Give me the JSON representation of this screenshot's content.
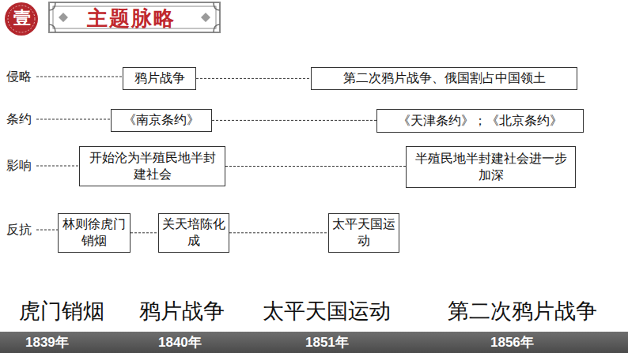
{
  "diagram": {
    "title": "主题脉略",
    "nodes": [
      {
        "text": [
          "鸦片战争"
        ]
      },
      {
        "text": [
          "第二次鸦片战争、俄国割占中国领土"
        ]
      },
      {
        "text": [
          "《南京条约》"
        ]
      },
      {
        "text": [
          "《天津条约》；《北京条约》"
        ]
      },
      {
        "text": [
          "开始沦为半殖民地半封建社会"
        ]
      },
      {
        "text": [
          "半殖民地半封建社会进一步加深"
        ]
      },
      {
        "text": [
          "林则徐虎门销烟"
        ]
      },
      {
        "text": [
          "关天培陈化成"
        ]
      },
      {
        "text": [
          "太平天国运动"
        ]
      }
    ],
    "edges": [
      {
        "from": 0,
        "to": 1,
        "arrow": "none"
      },
      {
        "from": 2,
        "to": 3,
        "arrow": "none"
      },
      {
        "from": 4,
        "to": 5,
        "arrow": "none"
      },
      {
        "from": 6,
        "to": 7,
        "arrow": "none"
      },
      {
        "from": 7,
        "to": 8,
        "arrow": "none"
      }
    ],
    "labels": [
      "壹",
      "侵略",
      "条约",
      "影响",
      "反抗",
      "虎门销烟",
      "鸦片战争",
      "太平天国运动",
      "第二次鸦片战争",
      "1839年",
      "1840年",
      "1851年",
      "1856年"
    ]
  }
}
